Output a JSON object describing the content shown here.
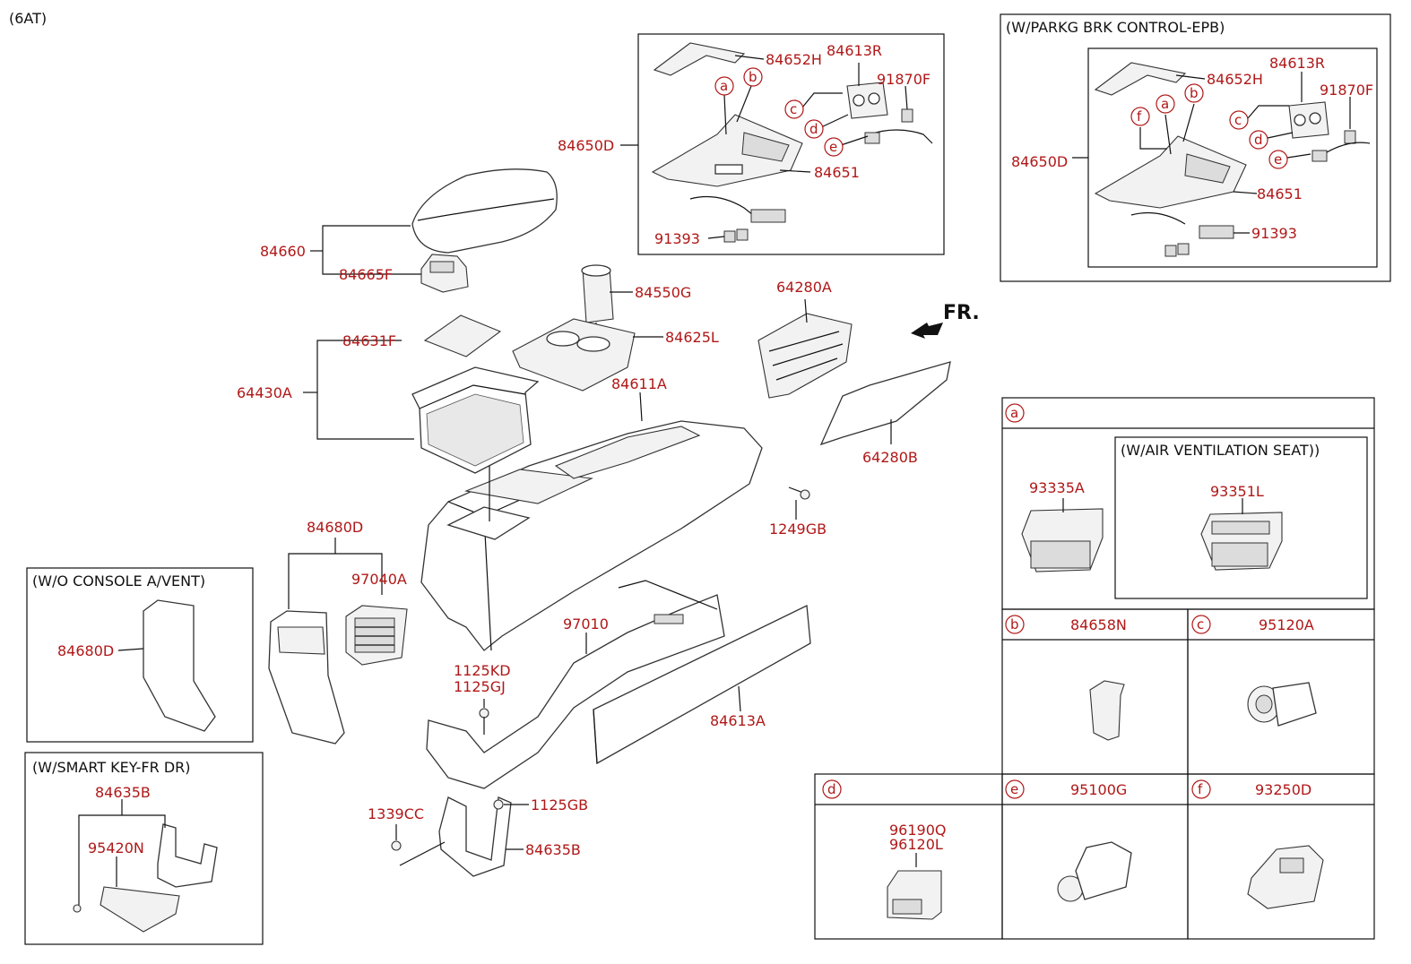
{
  "header": {
    "variant": "(6AT)",
    "direction": "FR."
  },
  "boxes": {
    "epb_title": "(W/PARKG BRK CONTROL-EPB)",
    "wo_vent_title": "(W/O CONSOLE A/VENT)",
    "smart_key_title": "(W/SMART KEY-FR DR)",
    "air_vent_seat_title": "(W/AIR VENTILATION SEAT))"
  },
  "parts": {
    "p84652H": "84652H",
    "p84613R": "84613R",
    "p91870F": "91870F",
    "p84650D": "84650D",
    "p84651": "84651",
    "p91393": "91393",
    "p84660": "84660",
    "p84665F": "84665F",
    "p84550G": "84550G",
    "p84625L": "84625L",
    "p84631F": "84631F",
    "p64430A": "64430A",
    "p84611A": "84611A",
    "p64280A": "64280A",
    "p64280B": "64280B",
    "p1249GB": "1249GB",
    "p84680D": "84680D",
    "p97040A": "97040A",
    "p97010": "97010",
    "p1125KD": "1125KD",
    "p1125GJ": "1125GJ",
    "p84613A": "84613A",
    "p1339CC": "1339CC",
    "p1125GB": "1125GB",
    "p84635B": "84635B",
    "p95420N": "95420N",
    "p93335A": "93335A",
    "p93351L": "93351L",
    "p84658N": "84658N",
    "p95120A": "95120A",
    "p96190Q": "96190Q",
    "p96120L": "96120L",
    "p95100G": "95100G",
    "p93250D": "93250D"
  },
  "callouts": {
    "a": "a",
    "b": "b",
    "c": "c",
    "d": "d",
    "e": "e",
    "f": "f"
  }
}
